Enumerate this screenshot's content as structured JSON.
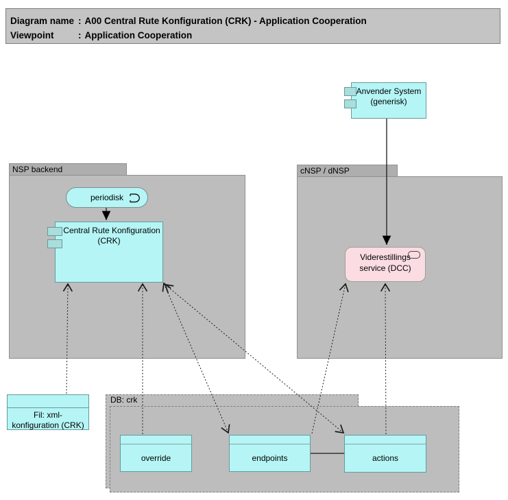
{
  "colors": {
    "node_cyan": "#b5f5f5",
    "component_tab_cyan": "#a9dedc",
    "node_border_teal": "#649a9b",
    "node_pink": "#fadce2",
    "pink_border": "#9e9e9e",
    "package_body_gray": "#bdbdbd",
    "package_tab_gray": "#aeaeae",
    "package_border": "#8f8f8f",
    "title_fill": "#c4c4c4",
    "title_border": "#7c7c7c",
    "line_color": "#1b1b1b"
  },
  "title_block": {
    "rows": [
      {
        "label": "Diagram name",
        "sep": ":",
        "value": "A00 Central Rute Konfiguration (CRK) - Application Cooperation"
      },
      {
        "label": "Viewpoint",
        "sep": ":",
        "value": "Application Cooperation"
      }
    ]
  },
  "packages": {
    "nsp": {
      "label": "NSP backend"
    },
    "cnsp": {
      "label": "cNSP / dNSP"
    },
    "db": {
      "label": "DB: crk"
    }
  },
  "nodes": {
    "anvender": {
      "line1": "Anvender System",
      "line2": "(generisk)",
      "icon": "component-tabs-icon"
    },
    "periodisk": {
      "label": "periodisk",
      "icon": "timer-event-icon"
    },
    "crk": {
      "line1": "Central Rute Konfiguration",
      "line2": "(CRK)",
      "icon": "component-tabs-icon"
    },
    "dcc": {
      "line1": "Viderestillings",
      "line2": "service (DCC)",
      "icon": "service-oval-icon"
    },
    "fil": {
      "line1": "Fil: xml-",
      "line2": "konfiguration (CRK)"
    },
    "override_table": {
      "label": "override"
    },
    "endpoints_table": {
      "label": "endpoints"
    },
    "actions_table": {
      "label": "actions"
    }
  },
  "connectors": [
    {
      "from": "periodisk",
      "to": "crk",
      "style": "solid-filled-arrow"
    },
    {
      "from": "anvender",
      "to": "dcc",
      "style": "solid-filled-arrow"
    },
    {
      "from": "fil",
      "to": "crk",
      "style": "dashed-open-arrow"
    },
    {
      "from": "override_table",
      "to": "crk",
      "style": "dashed-open-arrow"
    },
    {
      "from": "endpoints_table",
      "to": "crk",
      "style": "dashed-open-arrows-both-ends"
    },
    {
      "from": "actions_table",
      "to": "crk",
      "style": "dashed-open-arrows-both-ends"
    },
    {
      "from": "endpoints_table",
      "to": "dcc",
      "style": "dashed-open-arrow"
    },
    {
      "from": "actions_table",
      "to": "dcc",
      "style": "dashed-open-arrow"
    },
    {
      "from": "endpoints_table",
      "to": "actions_table",
      "style": "solid-plain-line"
    }
  ]
}
